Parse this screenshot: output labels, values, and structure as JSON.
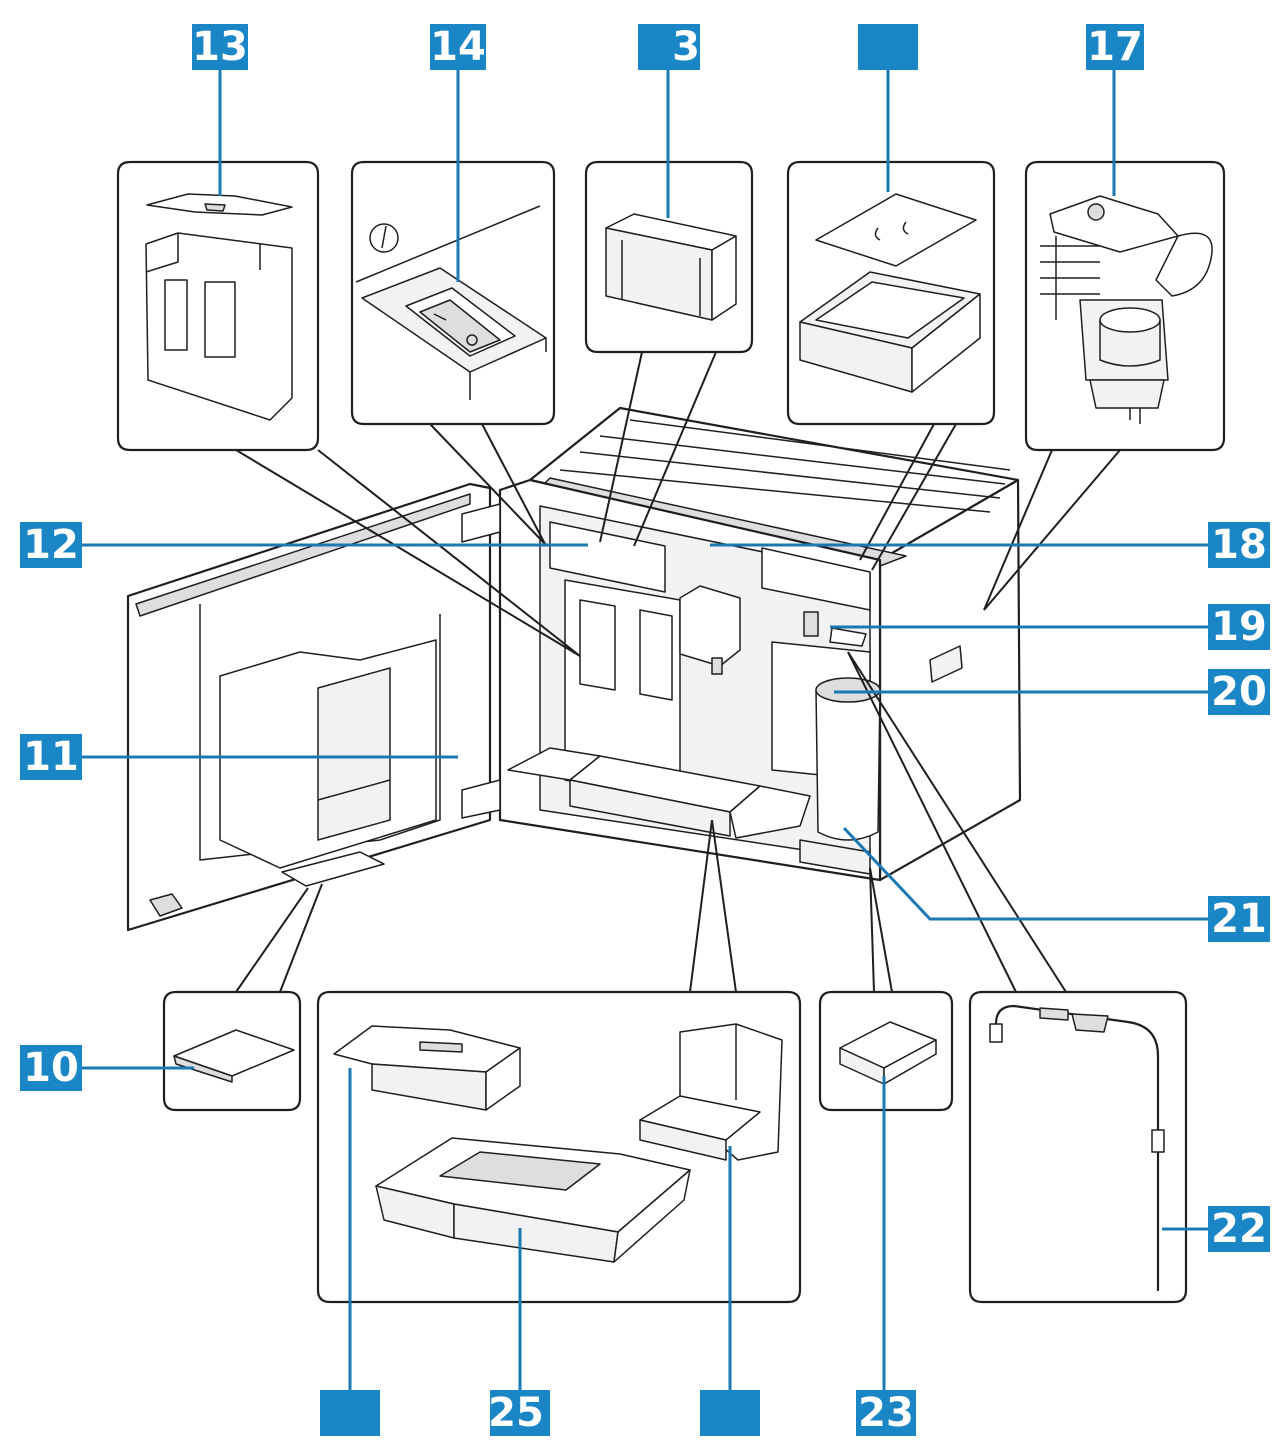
{
  "diagram": {
    "labels": [
      {
        "id": "label-13",
        "text": "13"
      },
      {
        "id": "label-14",
        "text": "14"
      },
      {
        "id": "label-15",
        "text": "3"
      },
      {
        "id": "label-16",
        "text": ""
      },
      {
        "id": "label-17",
        "text": "17"
      },
      {
        "id": "label-12",
        "text": "12"
      },
      {
        "id": "label-18",
        "text": "18"
      },
      {
        "id": "label-19",
        "text": "19"
      },
      {
        "id": "label-20",
        "text": "20"
      },
      {
        "id": "label-11",
        "text": "11"
      },
      {
        "id": "label-21",
        "text": "21"
      },
      {
        "id": "label-10",
        "text": "10"
      },
      {
        "id": "label-22",
        "text": "22"
      },
      {
        "id": "label-26",
        "text": ""
      },
      {
        "id": "label-25",
        "text": "25"
      },
      {
        "id": "label-24",
        "text": ""
      },
      {
        "id": "label-23",
        "text": "23"
      }
    ],
    "colors": {
      "badge": "#1b86c6",
      "leader": "#1b78b3",
      "outline": "#1f1f1f",
      "background": "#ffffff"
    }
  }
}
